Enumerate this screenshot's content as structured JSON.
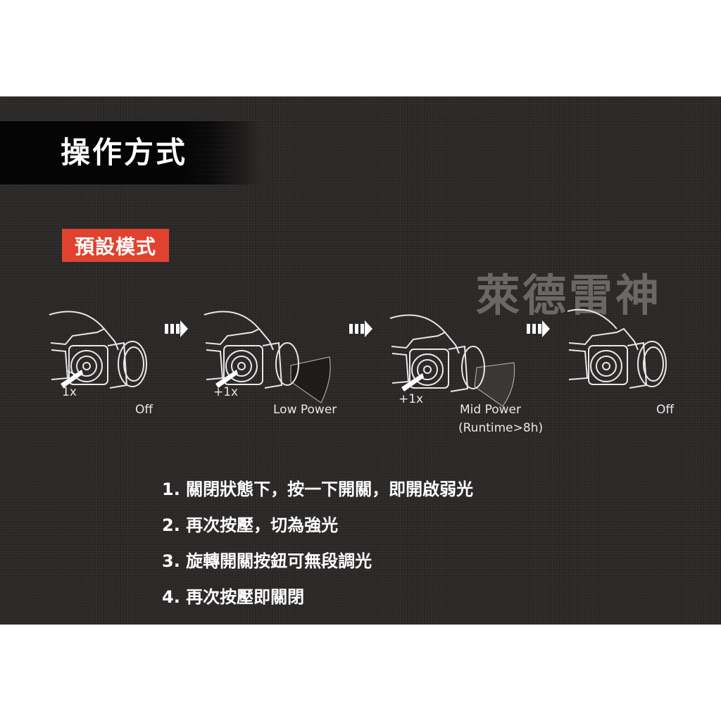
{
  "header": {
    "title": "操作方式"
  },
  "section": {
    "badge": "預設模式"
  },
  "watermark": "萊德雷神",
  "colors": {
    "panel_bg": "#2b2827",
    "badge_bg": "#e1422f",
    "text": "#ffffff",
    "watermark": "#6a6766"
  },
  "steps": [
    {
      "press": "1x",
      "mode": "Off",
      "mode_line2": "",
      "beam": false
    },
    {
      "press": "+1x",
      "mode": "Low Power",
      "mode_line2": "",
      "beam": true
    },
    {
      "press": "+1x",
      "mode": "Mid Power",
      "mode_line2": "(Runtime>8h)",
      "beam": true
    },
    {
      "press": "",
      "mode": "Off",
      "mode_line2": "",
      "beam": false
    }
  ],
  "arrows": [
    "arrow-right-icon",
    "arrow-right-icon",
    "arrow-right-icon"
  ],
  "instructions": [
    "1. 關閉狀態下，按一下開關，即開啟弱光",
    "2. 再次按壓，切為強光",
    "3. 旋轉開關按鈕可無段調光",
    "4. 再次按壓即關閉"
  ]
}
